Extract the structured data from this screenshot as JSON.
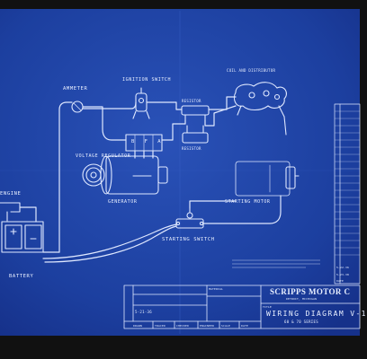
{
  "labels": {
    "ammeter": "Ammeter",
    "ignition_switch": "Ignition Switch",
    "coil_distributor": "Coil and Distributor",
    "resistor_top": "Resistor",
    "resistor_bottom": "Resistor",
    "voltage_regulator": "Voltage Regulator",
    "regulator_terminals": "B F A",
    "generator": "Generator",
    "starting_motor": "Starting Motor",
    "starting_switch": "Starting Switch",
    "engine": "Engine",
    "battery": "Battery"
  },
  "title_block": {
    "company": "SCRIPPS MOTOR C",
    "location": "DETROIT, MICHIGAN",
    "title_label": "Title",
    "title": "Wiring Diagram  V-1",
    "series": "60 & 70 Series",
    "material_label": "Material",
    "date": "5-21-36",
    "date_right_1": "5-22-36",
    "date_right_2": "5-23-38",
    "date_label": "Date",
    "columns": [
      "Drawn",
      "Traced",
      "Checked",
      "Engineer",
      "Scale",
      "Date"
    ]
  },
  "colors": {
    "paper": "#1b3fa3",
    "line": "#dfe8ff",
    "frame": "#111111"
  }
}
